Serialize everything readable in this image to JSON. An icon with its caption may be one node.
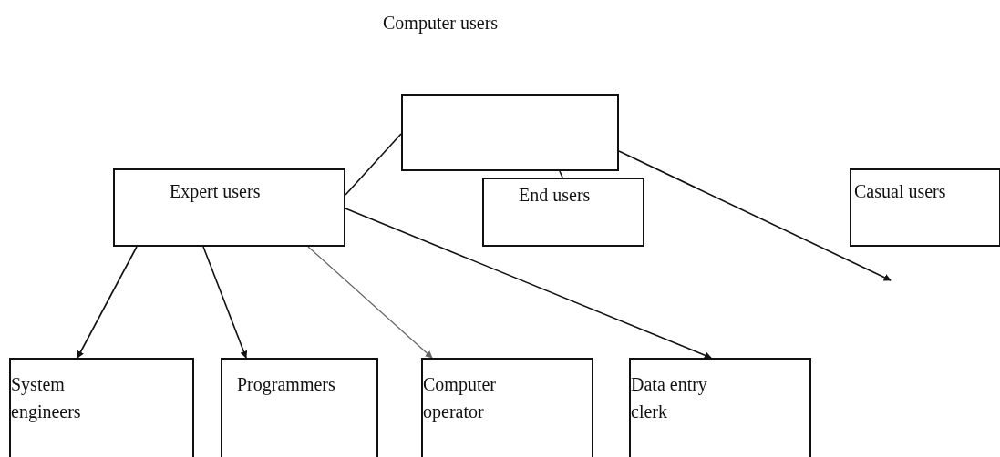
{
  "diagram": {
    "title": "Computer users",
    "nodes": [
      {
        "text": [],
        "shape": "box"
      },
      {
        "text": [
          "Expert users"
        ]
      },
      {
        "text": [
          "End users"
        ]
      },
      {
        "text": [
          "Casual users"
        ]
      },
      {
        "text": [
          "System engineers"
        ]
      },
      {
        "text": [
          "Programmers"
        ]
      },
      {
        "text": [
          "Computer operator"
        ]
      },
      {
        "text": [
          "Data entry clerk"
        ]
      }
    ],
    "edges": [
      {
        "from": 0,
        "to": 1,
        "arrow": "none"
      },
      {
        "from": 0,
        "to": 2,
        "arrow": "none"
      },
      {
        "from": 0,
        "to": null,
        "arrow": "to"
      },
      {
        "from": 1,
        "to": 4,
        "arrow": "to"
      },
      {
        "from": 1,
        "to": 5,
        "arrow": "to"
      },
      {
        "from": 1,
        "to": 6,
        "arrow": "to",
        "color": "#666666"
      },
      {
        "from": 1,
        "to": 7,
        "arrow": "to"
      }
    ]
  }
}
